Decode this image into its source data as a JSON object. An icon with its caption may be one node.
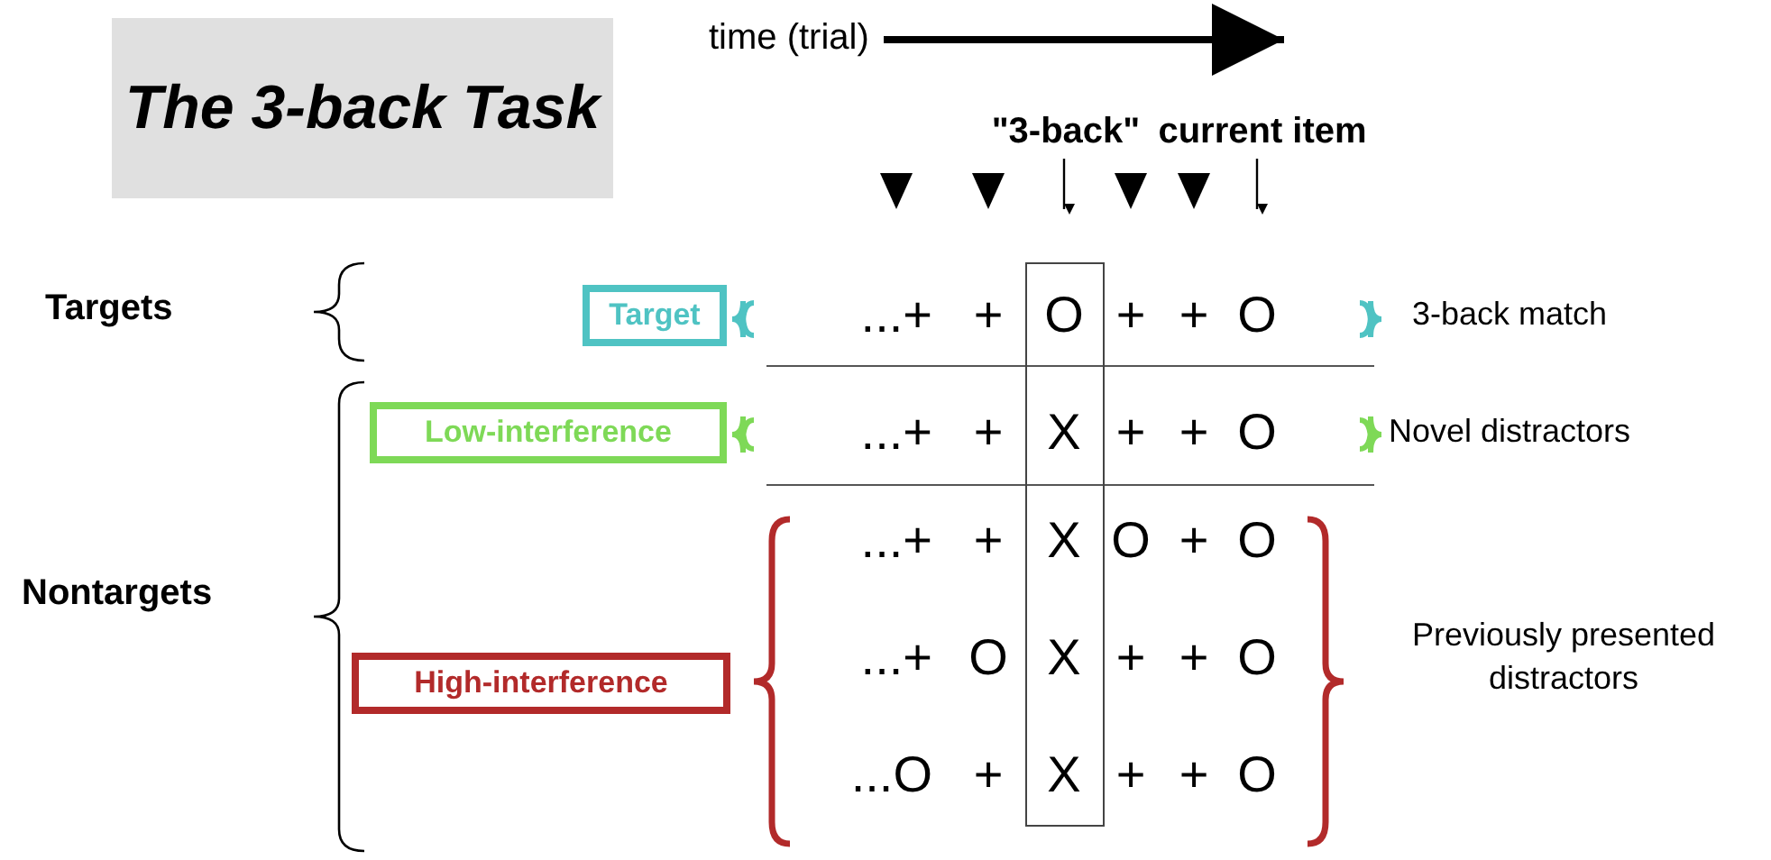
{
  "diagram": {
    "nodes": [
      {
        "text": [
          "The 3-back Task"
        ]
      },
      {
        "text": [
          "\"3-back\""
        ]
      },
      {
        "text": [
          "current item"
        ]
      },
      {
        "text": [
          "Targets"
        ]
      },
      {
        "text": [
          "Target"
        ]
      },
      {
        "text": [
          "Nontargets"
        ]
      },
      {
        "text": [
          "Low-interference"
        ]
      },
      {
        "text": [
          "High-interference"
        ]
      }
    ],
    "edges": [
      {
        "from": 1,
        "to": null,
        "arrow": "to"
      },
      {
        "from": 2,
        "to": null,
        "arrow": "to"
      }
    ],
    "labels": [
      "time (trial)",
      "...+",
      "+",
      "O",
      "+",
      "+",
      "O",
      "...+",
      "+",
      "X",
      "+",
      "+",
      "O",
      "...+",
      "+",
      "X",
      "O",
      "+",
      "O",
      "...+",
      "O",
      "X",
      "+",
      "+",
      "O",
      "...O",
      "+",
      "X",
      "+",
      "+",
      "O",
      "3-back match",
      "Novel distractors",
      "Previously presented distractors"
    ]
  }
}
